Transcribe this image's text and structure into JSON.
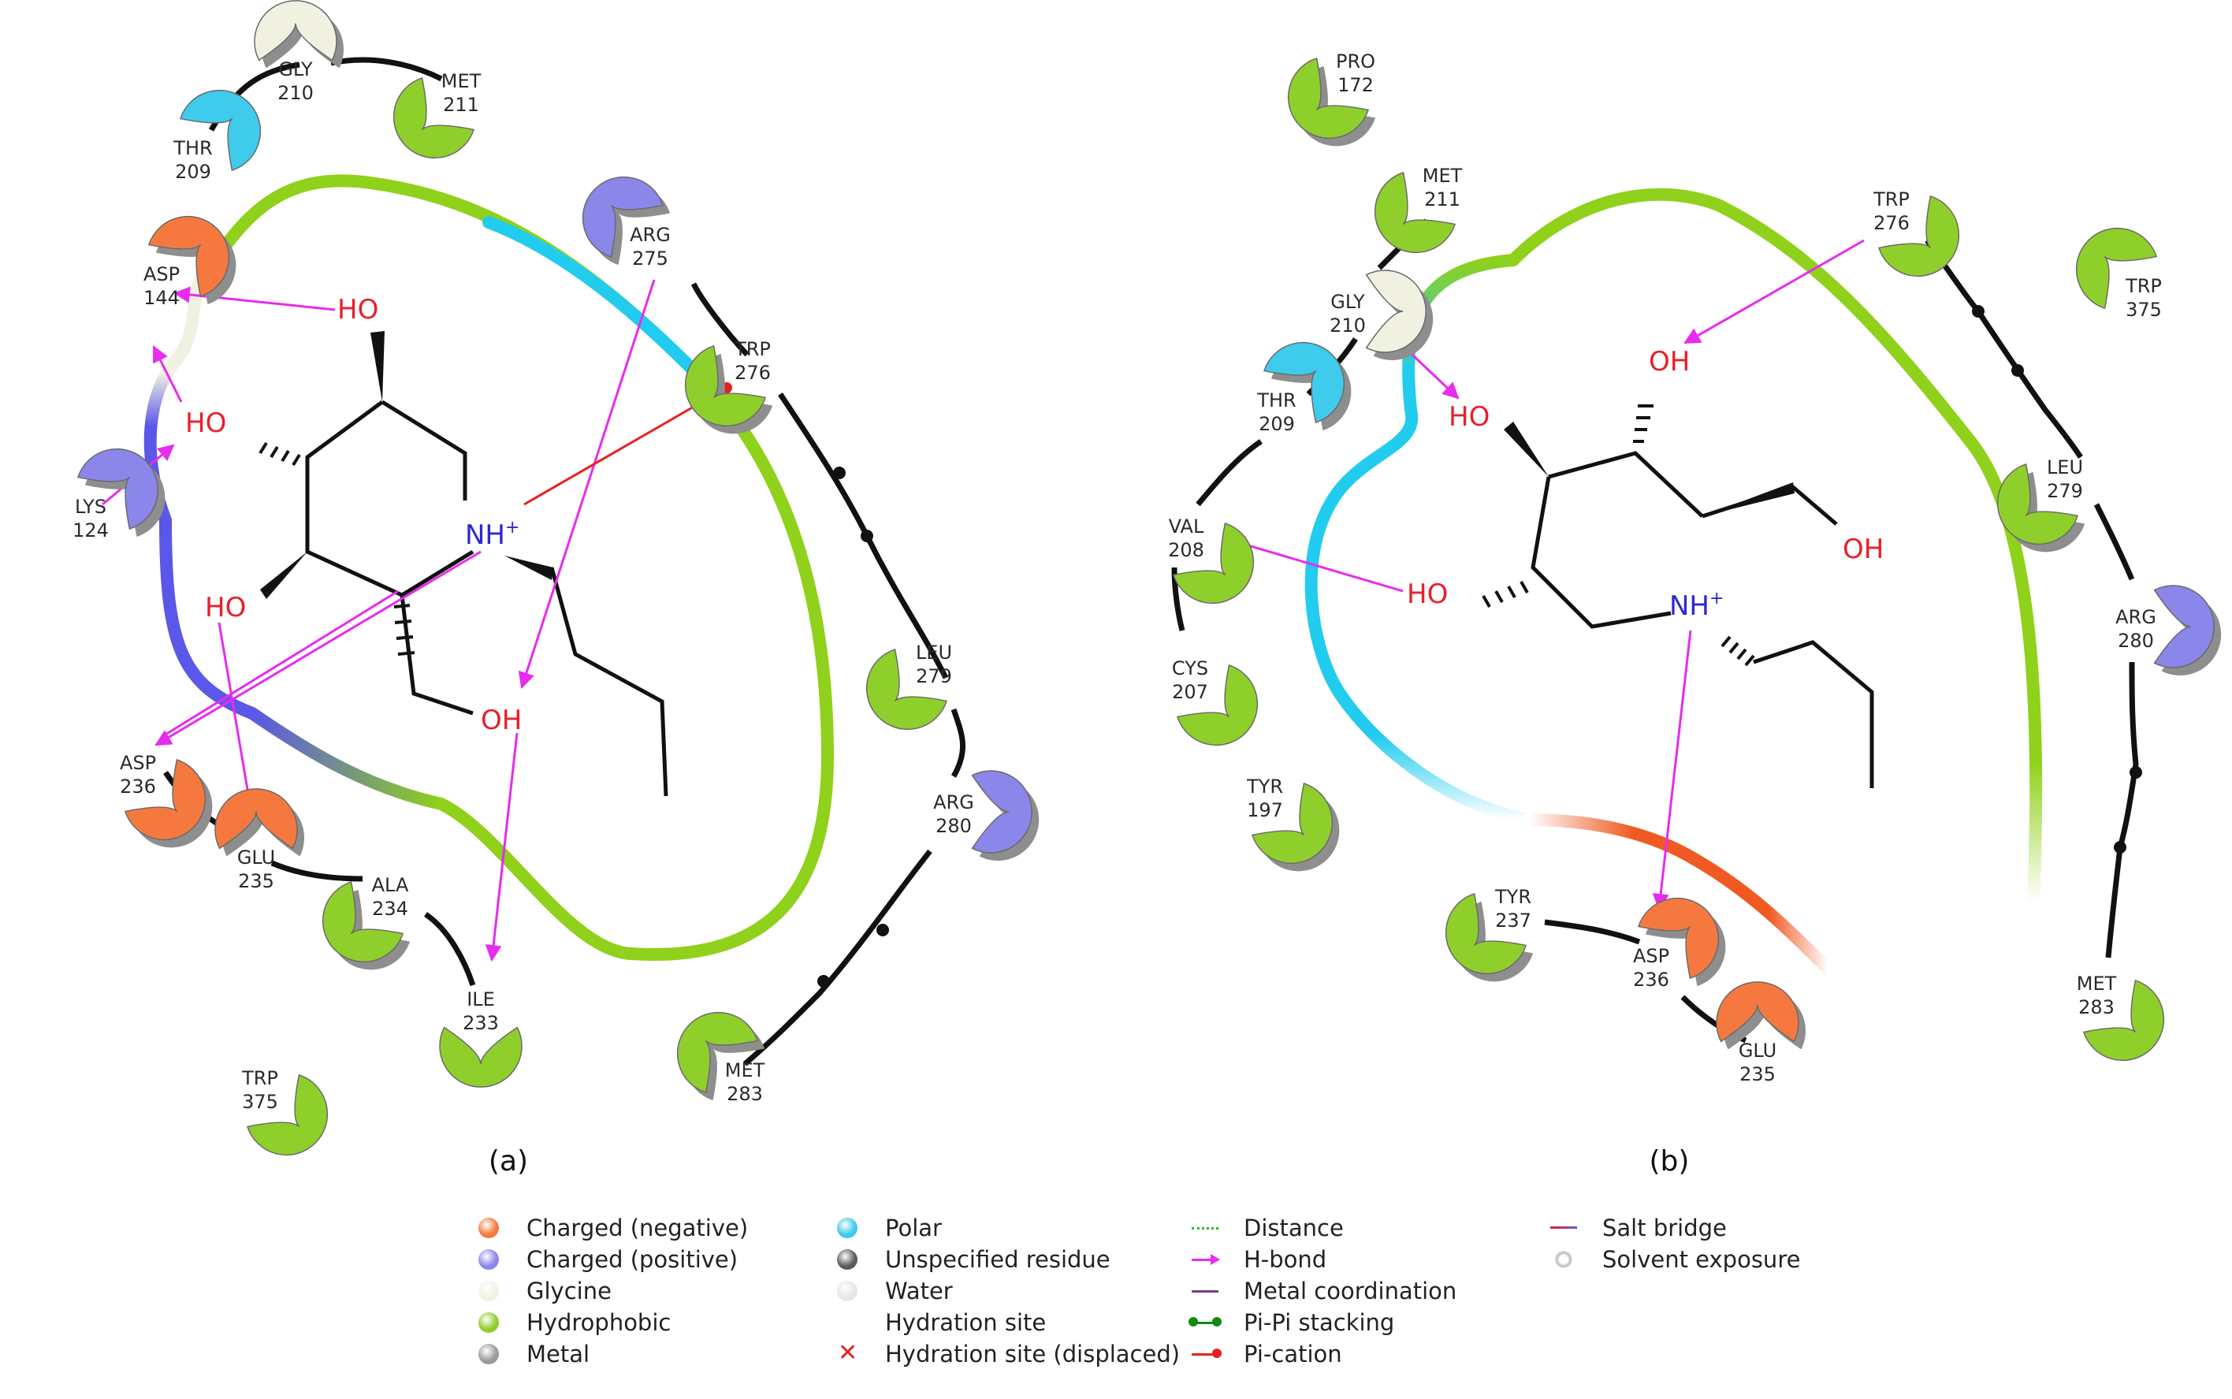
{
  "panels": [
    {
      "label": "(a)",
      "residues": [
        {
          "name": "GLY",
          "num": "210",
          "type": "glycine"
        },
        {
          "name": "MET",
          "num": "211",
          "type": "hydrophobic"
        },
        {
          "name": "THR",
          "num": "209",
          "type": "polar"
        },
        {
          "name": "ASP",
          "num": "144",
          "type": "negative"
        },
        {
          "name": "LYS",
          "num": "124",
          "type": "positive"
        },
        {
          "name": "ARG",
          "num": "275",
          "type": "positive"
        },
        {
          "name": "TRP",
          "num": "276",
          "type": "hydrophobic"
        },
        {
          "name": "LEU",
          "num": "279",
          "type": "hydrophobic"
        },
        {
          "name": "ARG",
          "num": "280",
          "type": "positive"
        },
        {
          "name": "MET",
          "num": "283",
          "type": "hydrophobic"
        },
        {
          "name": "ASP",
          "num": "236",
          "type": "negative"
        },
        {
          "name": "GLU",
          "num": "235",
          "type": "negative"
        },
        {
          "name": "ALA",
          "num": "234",
          "type": "hydrophobic"
        },
        {
          "name": "ILE",
          "num": "233",
          "type": "hydrophobic"
        },
        {
          "name": "TRP",
          "num": "375",
          "type": "hydrophobic"
        }
      ],
      "atoms": [
        "HO",
        "HO",
        "HO",
        "OH",
        "NH"
      ],
      "charge": "+"
    },
    {
      "label": "(b)",
      "residues": [
        {
          "name": "PRO",
          "num": "172",
          "type": "hydrophobic"
        },
        {
          "name": "MET",
          "num": "211",
          "type": "hydrophobic"
        },
        {
          "name": "GLY",
          "num": "210",
          "type": "glycine"
        },
        {
          "name": "THR",
          "num": "209",
          "type": "polar"
        },
        {
          "name": "VAL",
          "num": "208",
          "type": "hydrophobic"
        },
        {
          "name": "CYS",
          "num": "207",
          "type": "hydrophobic"
        },
        {
          "name": "TYR",
          "num": "197",
          "type": "hydrophobic"
        },
        {
          "name": "TRP",
          "num": "276",
          "type": "hydrophobic"
        },
        {
          "name": "TRP",
          "num": "375",
          "type": "hydrophobic"
        },
        {
          "name": "LEU",
          "num": "279",
          "type": "hydrophobic"
        },
        {
          "name": "ARG",
          "num": "280",
          "type": "positive"
        },
        {
          "name": "MET",
          "num": "283",
          "type": "hydrophobic"
        },
        {
          "name": "TYR",
          "num": "237",
          "type": "hydrophobic"
        },
        {
          "name": "ASP",
          "num": "236",
          "type": "negative"
        },
        {
          "name": "GLU",
          "num": "235",
          "type": "negative"
        }
      ],
      "atoms": [
        "OH",
        "HO",
        "HO",
        "OH",
        "NH"
      ],
      "charge": "+"
    }
  ],
  "legend": {
    "col1": [
      "Charged (negative)",
      "Charged (positive)",
      "Glycine",
      "Hydrophobic",
      "Metal"
    ],
    "col2": [
      "Polar",
      "Unspecified residue",
      "Water",
      "Hydration site",
      "Hydration site (displaced)"
    ],
    "col3": [
      "Distance",
      "H-bond",
      "Metal coordination",
      "Pi-Pi stacking",
      "Pi-cation"
    ],
    "col4": [
      "Salt bridge",
      "Solvent exposure"
    ]
  },
  "colors": {
    "negative": "#f5793f",
    "positive": "#8b86ea",
    "glycine": "#f1f1e2",
    "hydrophobic": "#8fcf2c",
    "metal": "#9a9a9a",
    "polar": "#3ecbec",
    "unspecified": "#5a5a5a",
    "water": "#e6e6e6",
    "hbond": "#e72cf0",
    "pication": "#e82020",
    "distance": "#20c020",
    "pipi": "#118a11",
    "metalcoord": "#7a3d8a",
    "pocket_hydrophobic": "#8fd11b",
    "pocket_polar": "#22ccee",
    "pocket_positive": "#5b57e8",
    "pocket_negative": "#f05a22"
  }
}
